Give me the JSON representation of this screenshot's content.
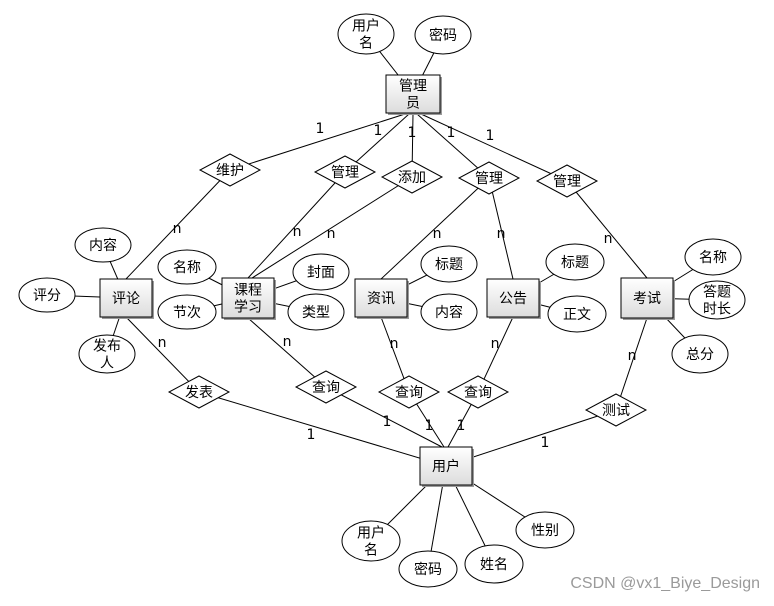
{
  "diagram": {
    "entities": {
      "admin": [
        "管理",
        "员"
      ],
      "comment": [
        "评论"
      ],
      "course": [
        "课程",
        "学习"
      ],
      "news": [
        "资讯"
      ],
      "notice": [
        "公告"
      ],
      "exam": [
        "考试"
      ],
      "user": [
        "用户"
      ]
    },
    "relationships": {
      "maintain": "维护",
      "manage_course": "管理",
      "add": "添加",
      "manage_news": "管理",
      "manage_exam": "管理",
      "publish": "发表",
      "query_course": "查询",
      "query_news": "查询",
      "query_notice": "查询",
      "test": "测试"
    },
    "attributes": {
      "admin_username": [
        "用户",
        "名"
      ],
      "admin_password": [
        "密码"
      ],
      "comment_content": [
        "内容"
      ],
      "comment_score": [
        "评分"
      ],
      "comment_publisher": [
        "发布",
        "人"
      ],
      "course_name": [
        "名称"
      ],
      "course_section": [
        "节次"
      ],
      "course_cover": [
        "封面"
      ],
      "course_type": [
        "类型"
      ],
      "news_title": [
        "标题"
      ],
      "news_content": [
        "内容"
      ],
      "notice_title": [
        "标题"
      ],
      "notice_body": [
        "正文"
      ],
      "exam_name": [
        "名称"
      ],
      "exam_duration": [
        "答题",
        "时长"
      ],
      "exam_total": [
        "总分"
      ],
      "user_username": [
        "用户",
        "名"
      ],
      "user_password": [
        "密码"
      ],
      "user_name": [
        "姓名"
      ],
      "user_gender": [
        "性别"
      ]
    },
    "cardinality": {
      "one": "1",
      "many": "n"
    }
  },
  "watermark": "CSDN @vx1_Biye_Design"
}
